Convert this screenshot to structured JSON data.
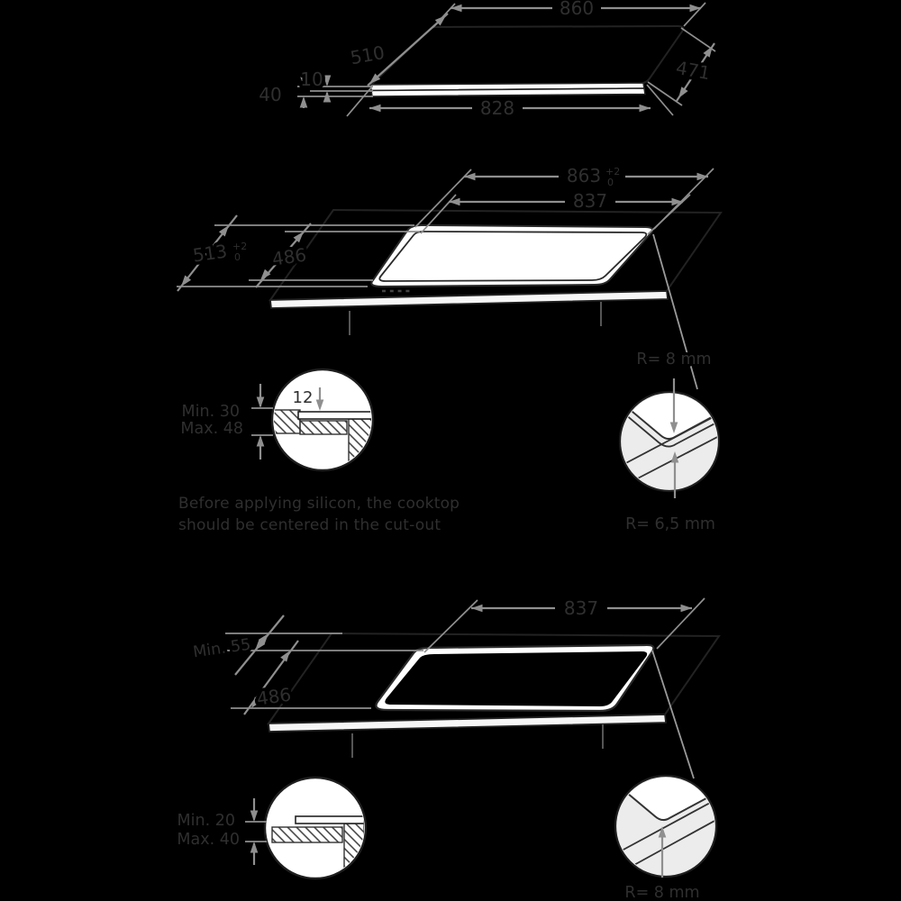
{
  "title": "Cooktop installation dimensions diagram",
  "colors": {
    "background": "#000000",
    "countertop_fill": "#ebebeb",
    "detail_circle_fill": "#ececec",
    "surface_white": "#ffffff",
    "outline": "#222222",
    "dimension_line": "#8f8f8f",
    "text": "#2f2f2f"
  },
  "top_view": {
    "width_top": "860",
    "depth_left": "510",
    "depth_right": "471",
    "width_bottom": "828",
    "total_height": "40",
    "glass_height": "10"
  },
  "cutout_flush": {
    "outer_width": "863",
    "outer_width_tol_plus": "+2",
    "outer_width_tol_zero": "0",
    "inner_width": "837",
    "outer_depth": "513",
    "outer_depth_tol_plus": "+2",
    "outer_depth_tol_zero": "0",
    "inner_depth": "486"
  },
  "detail_rebate": {
    "glass_overlap": "12",
    "min_thickness": "Min. 30",
    "max_thickness": "Max. 48"
  },
  "detail_radius_flush": {
    "radius_top": "R= 8 mm",
    "radius_bottom": "R= 6,5 mm"
  },
  "note": {
    "line1": "Before applying silicon, the cooktop",
    "line2": "should be centered in the cut-out"
  },
  "cutout_standard": {
    "width": "837",
    "min_rear_distance": "Min. 55",
    "depth": "486"
  },
  "detail_overlap": {
    "min_thickness": "Min. 20",
    "max_thickness": "Max. 40"
  },
  "detail_radius_standard": {
    "radius": "R= 8 mm"
  }
}
